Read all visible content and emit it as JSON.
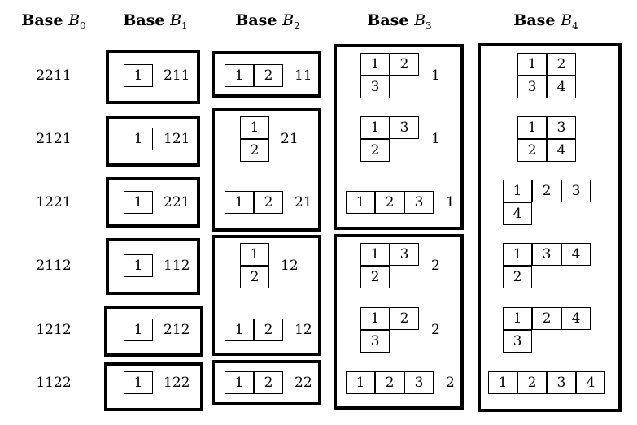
{
  "headers": [
    {
      "prefix": "Base ",
      "letter": "B",
      "sub": "0"
    },
    {
      "prefix": "Base ",
      "letter": "B",
      "sub": "1"
    },
    {
      "prefix": "Base ",
      "letter": "B",
      "sub": "2"
    },
    {
      "prefix": "Base ",
      "letter": "B",
      "sub": "3"
    },
    {
      "prefix": "Base ",
      "letter": "B",
      "sub": "4"
    }
  ],
  "words": [
    "2211",
    "2121",
    "1221",
    "2112",
    "1212",
    "1122"
  ],
  "b1": [
    {
      "rows": [
        [
          "1"
        ]
      ],
      "tail": "211"
    },
    {
      "rows": [
        [
          "1"
        ]
      ],
      "tail": "121"
    },
    {
      "rows": [
        [
          "1"
        ]
      ],
      "tail": "221"
    },
    {
      "rows": [
        [
          "1"
        ]
      ],
      "tail": "112"
    },
    {
      "rows": [
        [
          "1"
        ]
      ],
      "tail": "212"
    },
    {
      "rows": [
        [
          "1"
        ]
      ],
      "tail": "122"
    }
  ],
  "b2": [
    {
      "rows": [
        [
          "1",
          "2"
        ]
      ],
      "tail": "11"
    },
    {
      "rows": [
        [
          "1"
        ],
        [
          "2"
        ]
      ],
      "tail": "21"
    },
    {
      "rows": [
        [
          "1",
          "2"
        ]
      ],
      "tail": "21"
    },
    {
      "rows": [
        [
          "1"
        ],
        [
          "2"
        ]
      ],
      "tail": "12"
    },
    {
      "rows": [
        [
          "1",
          "2"
        ]
      ],
      "tail": "12"
    },
    {
      "rows": [
        [
          "1",
          "2"
        ]
      ],
      "tail": "22"
    }
  ],
  "b3": [
    {
      "rows": [
        [
          "1",
          "2"
        ],
        [
          "3"
        ]
      ],
      "tail": "1"
    },
    {
      "rows": [
        [
          "1",
          "3"
        ],
        [
          "2"
        ]
      ],
      "tail": "1"
    },
    {
      "rows": [
        [
          "1",
          "2",
          "3"
        ]
      ],
      "tail": "1"
    },
    {
      "rows": [
        [
          "1",
          "3"
        ],
        [
          "2"
        ]
      ],
      "tail": "2"
    },
    {
      "rows": [
        [
          "1",
          "2"
        ],
        [
          "3"
        ]
      ],
      "tail": "2"
    },
    {
      "rows": [
        [
          "1",
          "2",
          "3"
        ]
      ],
      "tail": "2"
    }
  ],
  "b4": [
    {
      "rows": [
        [
          "1",
          "2"
        ],
        [
          "3",
          "4"
        ]
      ],
      "tail": ""
    },
    {
      "rows": [
        [
          "1",
          "3"
        ],
        [
          "2",
          "4"
        ]
      ],
      "tail": ""
    },
    {
      "rows": [
        [
          "1",
          "2",
          "3"
        ],
        [
          "4"
        ]
      ],
      "tail": ""
    },
    {
      "rows": [
        [
          "1",
          "3",
          "4"
        ],
        [
          "2"
        ]
      ],
      "tail": ""
    },
    {
      "rows": [
        [
          "1",
          "2",
          "4"
        ],
        [
          "3"
        ]
      ],
      "tail": ""
    },
    {
      "rows": [
        [
          "1",
          "2",
          "3",
          "4"
        ]
      ],
      "tail": ""
    }
  ]
}
